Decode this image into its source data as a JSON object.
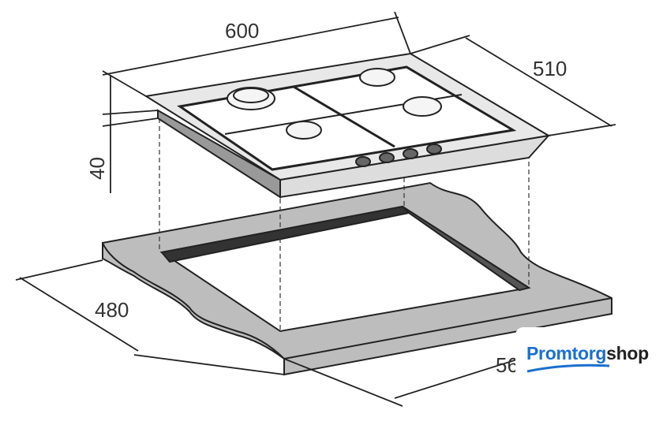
{
  "diagram": {
    "title": "Gas hob built-in dimensions",
    "dimensions": {
      "width": "600",
      "depth": "510",
      "height": "40",
      "cutout_depth": "480",
      "cutout_width": "56"
    }
  },
  "logo": {
    "part1": "Promtorg",
    "part2": "shop",
    "color": "#1a6fd0"
  }
}
